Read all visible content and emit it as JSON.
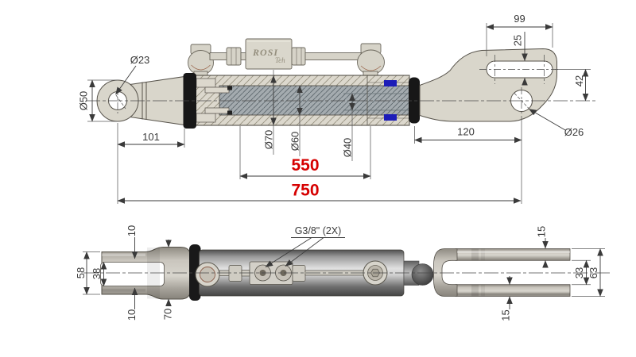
{
  "drawing": {
    "title": "hydraulic-top-link-cylinder-drawing",
    "colors": {
      "background": "#ffffff",
      "dimension_red": "#d60000",
      "dimension_line": "#3a3a3a",
      "body_beige": "#d9d6cb",
      "rod_gray": "#a4abaf",
      "seal_blue": "#1c1cb8",
      "collar_black": "#171717"
    },
    "brand": {
      "name": "ROSI",
      "sub": "Teh"
    },
    "top_view": {
      "view_name": "side-section-view",
      "dims": {
        "eye_hole_dia": "Ø23",
        "eye_outer_dia": "Ø50",
        "eye_to_gland": "101",
        "barrel_outer_dia": "Ø70",
        "rod_dia": "Ø60",
        "bore_dia": "Ø40",
        "slot_length": "99",
        "slot_width": "25",
        "slot_to_axis": "42",
        "bracket_hole_offset": "120",
        "bracket_hole_dia": "Ø26",
        "stroke_highlight": "550",
        "overall_highlight": "750"
      }
    },
    "bottom_view": {
      "view_name": "top-render-view",
      "port_thread_label": "G3/8\" (2X)",
      "dims": {
        "left_plate_top": "10",
        "left_outer": "58",
        "left_gap": "38",
        "left_plate_bottom": "10",
        "flange_od": "70",
        "right_plate_top": "15",
        "right_gap": "33",
        "right_outer": "63",
        "right_plate_bottom": "15"
      }
    }
  }
}
